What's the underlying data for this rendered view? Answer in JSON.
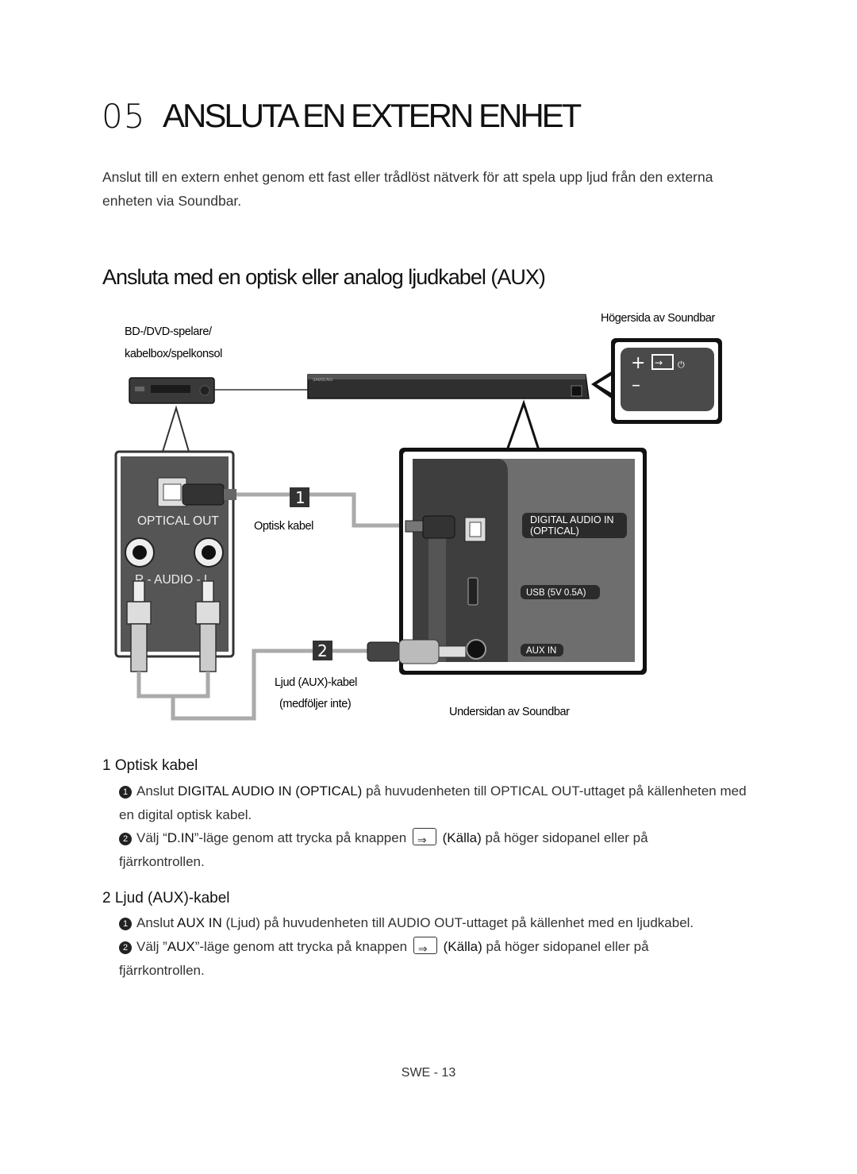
{
  "header": {
    "chapter_number": "05",
    "chapter_title": "ANSLUTA EN EXTERN ENHET"
  },
  "intro_text": "Anslut till en extern enhet genom ett fast eller trådlöst nätverk för att spela upp ljud från den externa enheten via Soundbar.",
  "section_title": "Ansluta med en optisk eller analog ljudkabel (AUX)",
  "diagram": {
    "label_source_line1": "BD-/DVD-spelare/",
    "label_source_line2": "kabelbox/spelkonsol",
    "label_right_side": "Högersida av Soundbar",
    "label_bottom_side": "Undersidan av Soundbar",
    "label_optical_cable": "Optisk kabel",
    "label_aux_cable_line1": "Ljud (AUX)-kabel",
    "label_aux_cable_line2": "(medföljer inte)",
    "port_optical_out": "OPTICAL OUT",
    "port_audio": "R - AUDIO - L",
    "port_digital_in_line1": "DIGITAL AUDIO IN",
    "port_digital_in_line2": "(OPTICAL)",
    "port_usb": "USB (5V 0.5A)",
    "port_aux_in": "AUX IN",
    "callout_1": "1",
    "callout_2": "2",
    "brand": "SAMSUNG"
  },
  "sections": [
    {
      "heading": "1 Optisk kabel",
      "steps": [
        {
          "marker": "1",
          "pre": "Anslut ",
          "key": "DIGITAL AUDIO IN (OPTICAL)",
          "post": " på huvudenheten till OPTICAL OUT-uttaget på källenheten med en digital optisk kabel."
        },
        {
          "marker": "2",
          "pre": "Välj “",
          "key": "D.IN",
          "post_before_icon": "”-läge genom att trycka på knappen ",
          "key2": "(Källa)",
          "post": " på höger sidopanel eller på fjärrkontrollen."
        }
      ]
    },
    {
      "heading": "2 Ljud (AUX)-kabel",
      "steps": [
        {
          "marker": "1",
          "pre": "Anslut ",
          "key": "AUX IN",
          "post": " (Ljud) på huvudenheten till AUDIO OUT-uttaget på källenhet med en ljudkabel."
        },
        {
          "marker": "2",
          "pre": "Välj ”",
          "key": "AUX",
          "post_before_icon": "”-läge genom att trycka på knappen ",
          "key2": "(Källa)",
          "post": " på höger sidopanel eller på fjärrkontrollen."
        }
      ]
    }
  ],
  "footer": {
    "page_label": "SWE - 13"
  }
}
